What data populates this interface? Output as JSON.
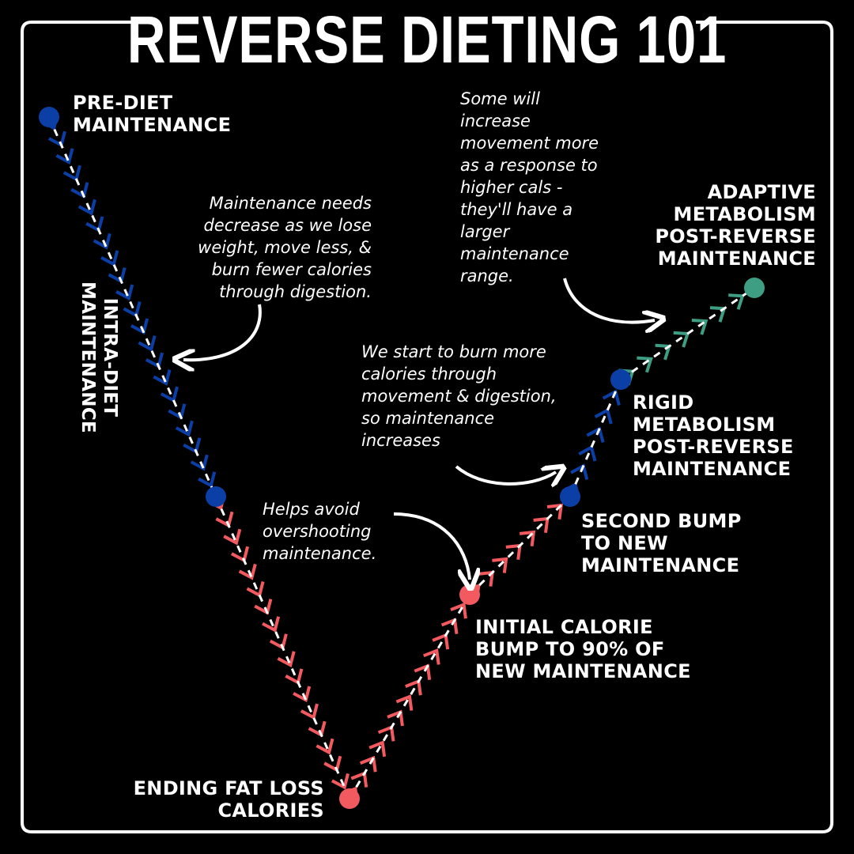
{
  "title": "REVERSE DIETING 101",
  "colors": {
    "background": "#000000",
    "frame": "#ffffff",
    "diet_phase": "#0b3fa6",
    "reverse_phase": "#f25a5f",
    "adaptive": "#3e9e84"
  },
  "points": {
    "pre_diet": [
      "PRE-DIET",
      "MAINTENANCE"
    ],
    "intra_diet": [
      "INTRA-DIET",
      "MAINTENANCE"
    ],
    "ending": [
      "ENDING FAT LOSS",
      "CALORIES"
    ],
    "initial_bump": [
      "INITIAL CALORIE",
      "BUMP TO 90% OF",
      "NEW MAINTENANCE"
    ],
    "second_bump": [
      "SECOND BUMP",
      "TO NEW",
      "MAINTENANCE"
    ],
    "rigid": [
      "RIGID",
      "METABOLISM",
      "POST-REVERSE",
      "MAINTENANCE"
    ],
    "adaptive": [
      "ADAPTIVE",
      "METABOLISM",
      "POST-REVERSE",
      "MAINTENANCE"
    ]
  },
  "notes": {
    "maintenance_needs": [
      "Maintenance needs",
      "decrease as we lose",
      "weight, move less, &",
      "burn fewer calories",
      "through digestion."
    ],
    "helps_avoid": [
      "Helps avoid",
      "overshooting",
      "maintenance."
    ],
    "burn_more": [
      "We start to burn more",
      "calories through",
      "movement & digestion,",
      "so maintenance",
      "increases"
    ],
    "some_will": [
      "Some will",
      "increase",
      "movement more",
      "as a response to",
      "higher cals -",
      "they'll have a",
      "larger",
      "maintenance",
      "range."
    ]
  }
}
